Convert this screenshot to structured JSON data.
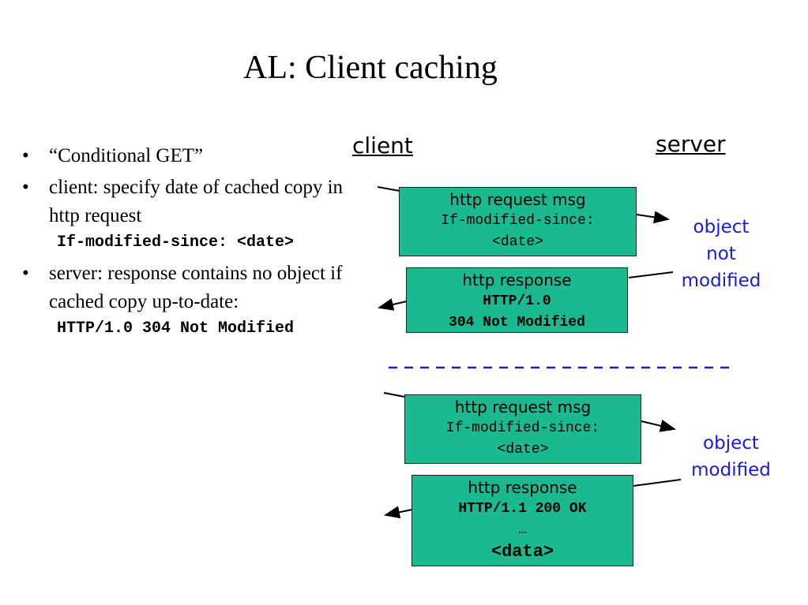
{
  "title": "AL: Client caching",
  "bullets": [
    {
      "text": "“Conditional GET”"
    },
    {
      "text": "client: specify date of cached copy in http request",
      "code": "If-modified-since: <date>"
    },
    {
      "text": "server: response contains no object if cached copy up-to-date:",
      "code": "HTTP/1.0 304 Not Modified"
    }
  ],
  "labels": {
    "client": "client",
    "server": "server"
  },
  "boxes": {
    "req1": {
      "line1": "http request msg",
      "line2": "If-modified-since:",
      "line3": "<date>"
    },
    "resp1": {
      "line1": "http response",
      "line2": "HTTP/1.0",
      "line3": "304 Not Modified"
    },
    "req2": {
      "line1": "http request msg",
      "line2": "If-modified-since:",
      "line3": "<date>"
    },
    "resp2": {
      "line1": "http response",
      "line2": "HTTP/1.1 200 OK",
      "line3": "…",
      "line4": "<data>"
    }
  },
  "notes": {
    "not_modified": {
      "line1": "object",
      "line2": "not",
      "line3": "modified"
    },
    "modified": {
      "line1": "object",
      "line2": "modified"
    }
  },
  "colors": {
    "box_fill": "#1bb98f",
    "note_text": "#1a1adc",
    "divider": "#1a1adc"
  }
}
